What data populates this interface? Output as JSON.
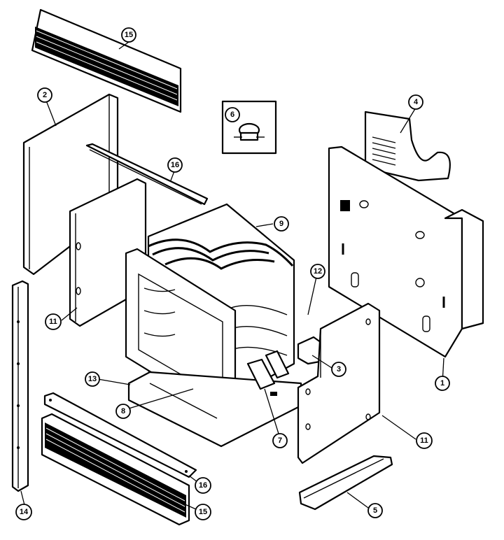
{
  "callouts": {
    "c1": "1",
    "c2": "2",
    "c3": "3",
    "c4": "4",
    "c5": "5",
    "c6": "6",
    "c7": "7",
    "c8": "8",
    "c9": "9",
    "c11a": "11",
    "c11b": "11",
    "c12": "12",
    "c13": "13",
    "c14": "14",
    "c15a": "15",
    "c15b": "15",
    "c16a": "16",
    "c16b": "16"
  }
}
